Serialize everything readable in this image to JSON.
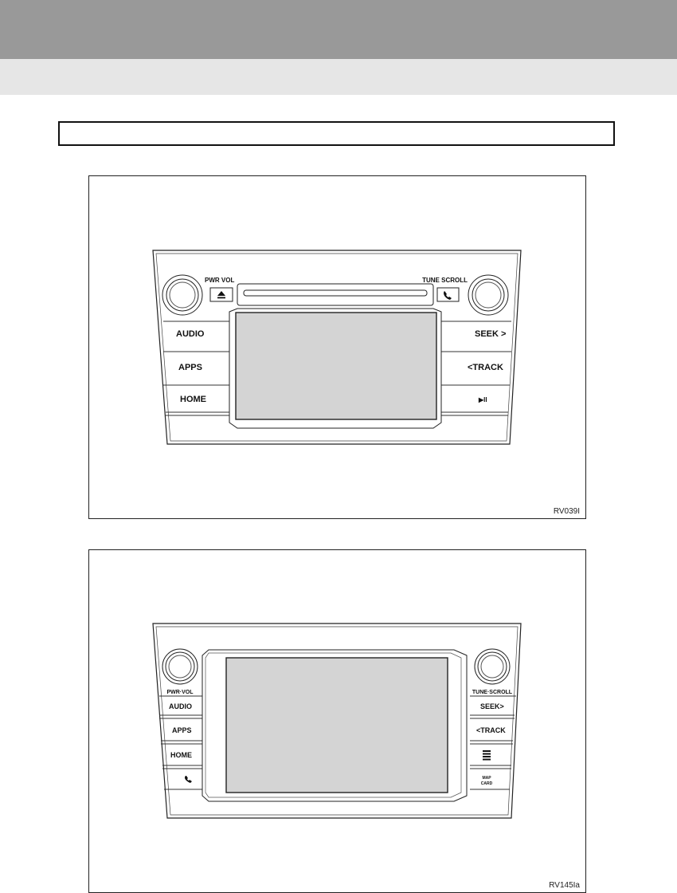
{
  "figure1": {
    "code": "RV039I",
    "knob_left_label": "PWR VOL",
    "knob_right_label": "TUNE SCROLL",
    "eject_icon": "eject-icon",
    "phone_icon": "phone-icon",
    "buttons_left": [
      "AUDIO",
      "APPS",
      "HOME"
    ],
    "buttons_right": [
      "SEEK >",
      "<TRACK",
      "▶II"
    ]
  },
  "figure2": {
    "code": "RV145Ia",
    "knob_left_label": "PWR·VOL",
    "knob_right_label": "TUNE·SCROLL",
    "buttons_left": [
      "AUDIO",
      "APPS",
      "HOME"
    ],
    "phone_icon": "phone-icon",
    "buttons_right": [
      "SEEK>",
      "<TRACK"
    ],
    "media_icon": "disc-slot-icon",
    "map_card_label_1": "MAP",
    "map_card_label_2": "CARD"
  }
}
